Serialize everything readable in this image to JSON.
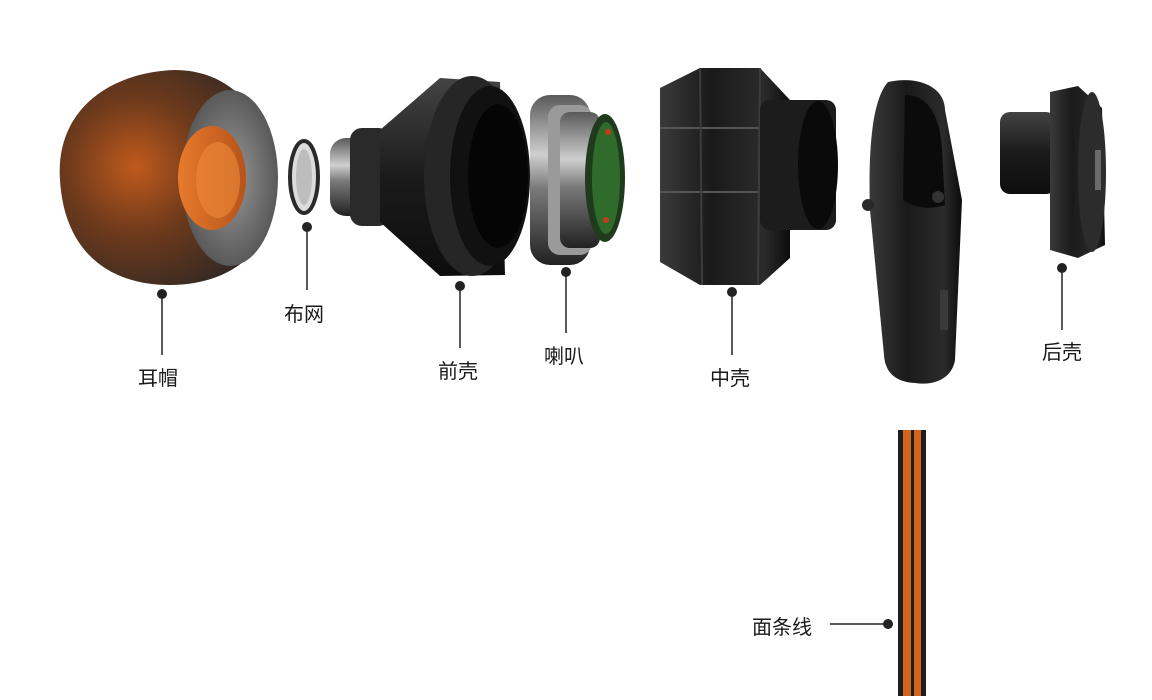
{
  "parts": {
    "ear_tip": {
      "label": "耳帽"
    },
    "mesh": {
      "label": "布网"
    },
    "front_shell": {
      "label": "前壳"
    },
    "speaker": {
      "label": "喇叭"
    },
    "middle_shell": {
      "label": "中壳"
    },
    "back_shell": {
      "label": "后壳"
    },
    "cable": {
      "label": "面条线"
    }
  },
  "colors": {
    "accent_orange": "#d2641c",
    "shell_dark": "#1b1b1b",
    "pcb_green": "#2f6b2a",
    "leader": "#222222"
  }
}
